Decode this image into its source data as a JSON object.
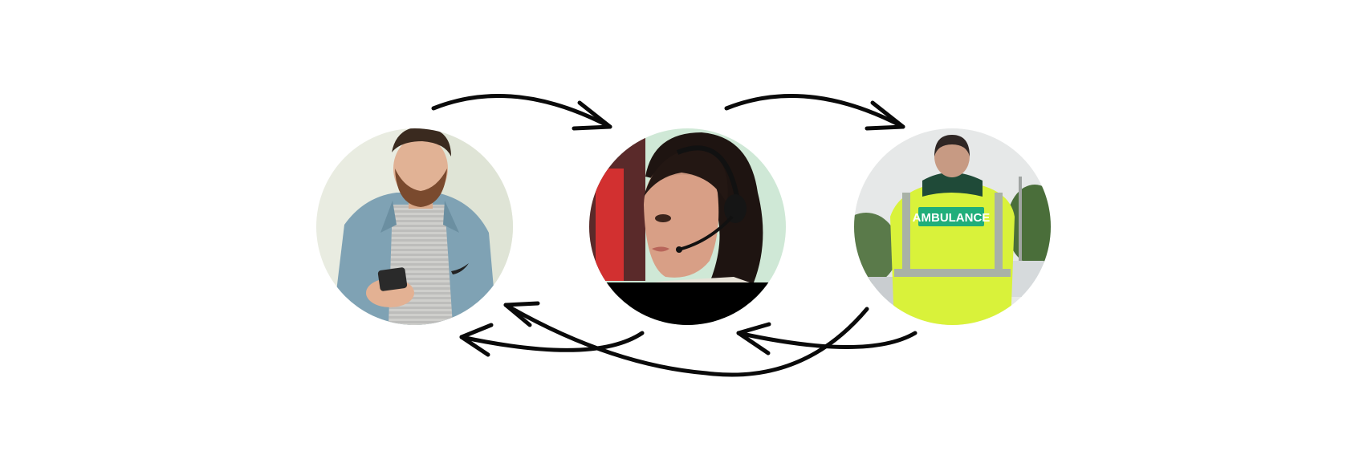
{
  "nodes": [
    {
      "id": "caller",
      "icon": "person-with-phone-photo"
    },
    {
      "id": "dispatcher",
      "icon": "call-handler-headset-photo"
    },
    {
      "id": "paramedic",
      "icon": "ambulance-paramedic-photo",
      "jacket_text": "AMBULANCE"
    }
  ],
  "colors": {
    "arrow": "#0a0a0a",
    "hi_vis": "#d9f23a",
    "ambulance_badge": "#1fae7a"
  }
}
